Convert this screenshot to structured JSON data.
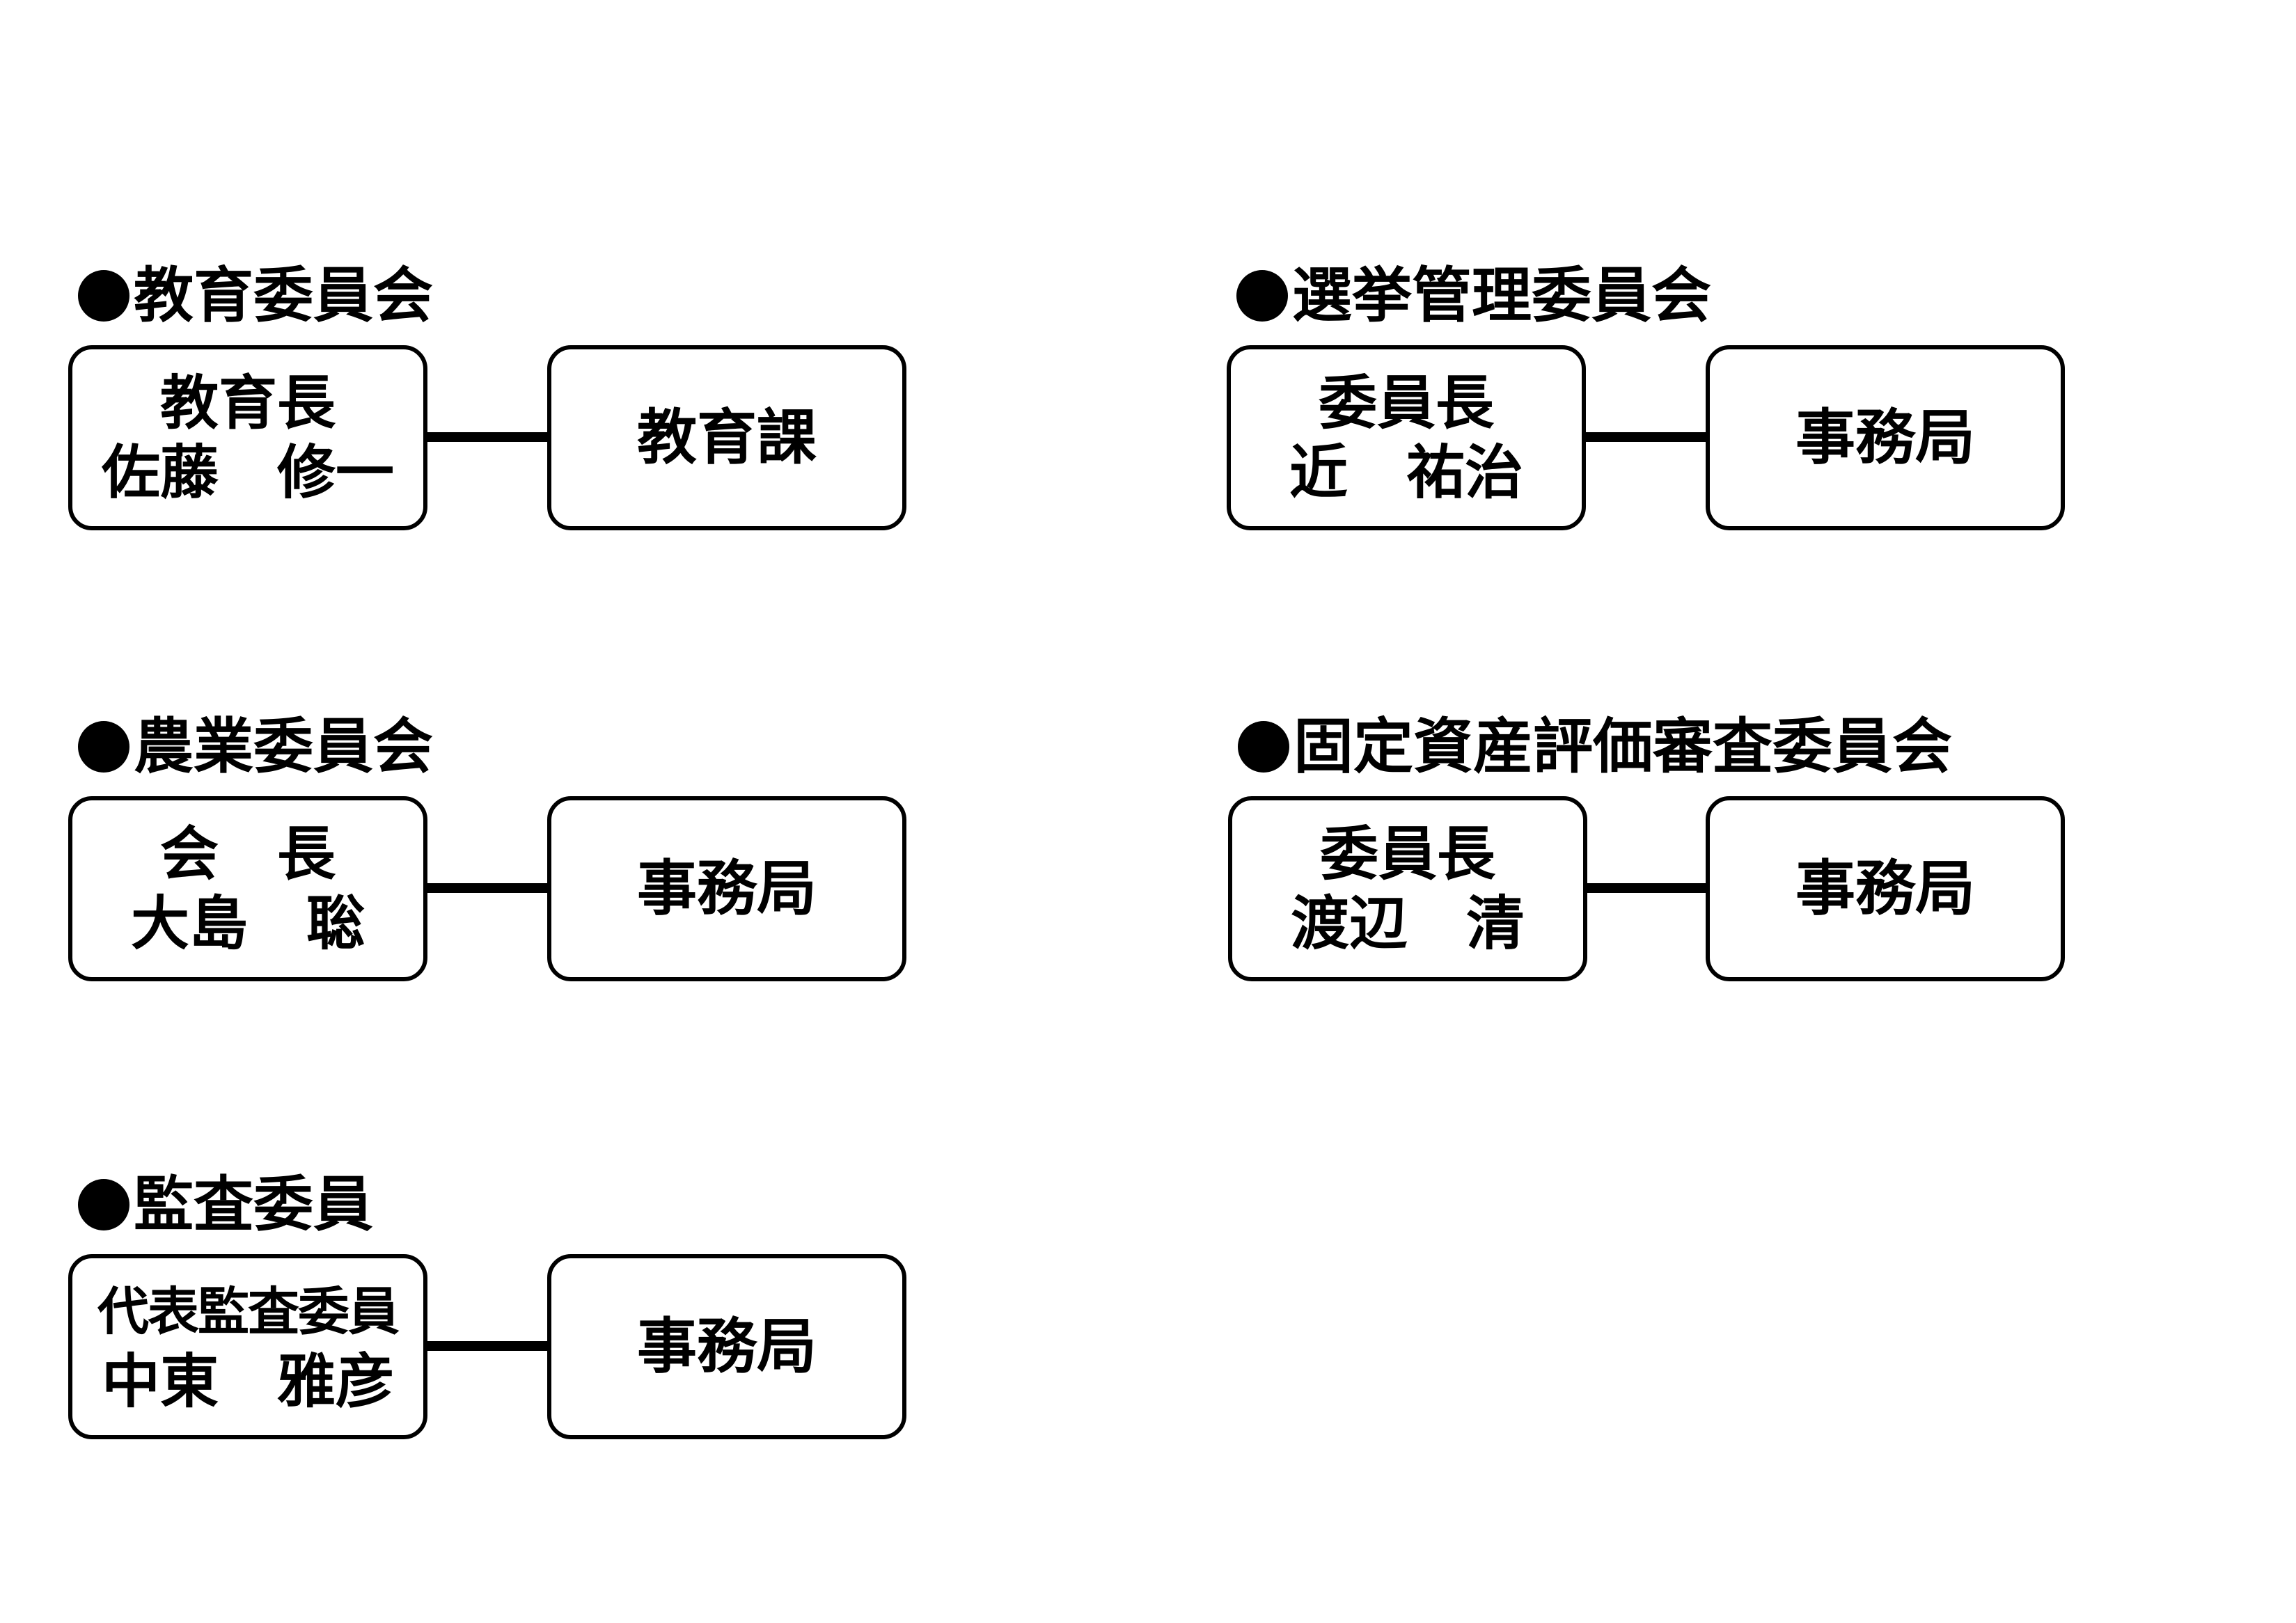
{
  "sections": [
    {
      "title": "教育委員会",
      "head_title": "教育長",
      "head_name": "佐藤　修一",
      "office": "教育課"
    },
    {
      "title": "選挙管理委員会",
      "head_title": "委員長",
      "head_name": "近　祐治",
      "office": "事務局"
    },
    {
      "title": "農業委員会",
      "head_title": "会　長",
      "head_name": "大島　聡",
      "office": "事務局"
    },
    {
      "title": "固定資産評価審査委員会",
      "head_title": "委員長",
      "head_name": "渡辺　清",
      "office": "事務局"
    },
    {
      "title": "監査委員",
      "head_title": "代表監査委員",
      "head_name": "中東　雅彦",
      "office": "事務局"
    }
  ]
}
